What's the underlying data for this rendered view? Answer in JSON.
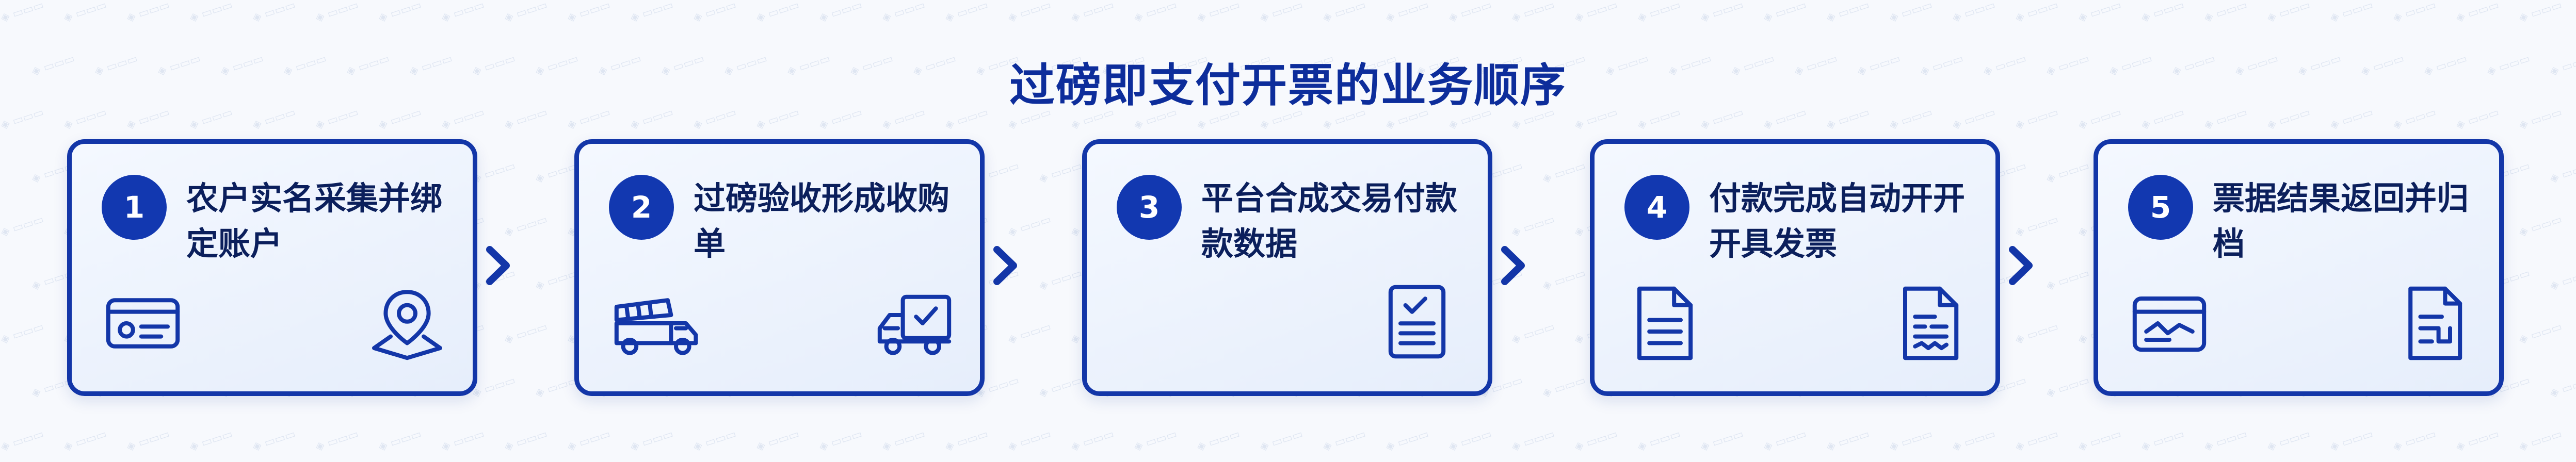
{
  "title": "过磅即支付开票的业务顺序",
  "steps": [
    {
      "number": "1",
      "label": "农户实名采集并绑定账户",
      "icons": [
        "id-card-icon",
        "location-pin-icon"
      ]
    },
    {
      "number": "2",
      "label": "过磅验收形成收购单",
      "icons": [
        "dump-truck-icon",
        "delivery-truck-check-icon"
      ]
    },
    {
      "number": "3",
      "label": "平台合成交易付款款数据",
      "icons": [
        "checklist-document-icon"
      ]
    },
    {
      "number": "4",
      "label": "付款完成自动开开开具发票",
      "icons": [
        "document-icon",
        "invoice-icon"
      ]
    },
    {
      "number": "5",
      "label": "票据结果返回并归档",
      "icons": [
        "receipt-card-icon",
        "archive-file-icon"
      ]
    }
  ],
  "colors": {
    "primary": "#1238b0",
    "title": "#0d2d9b",
    "text": "#0b1f5c",
    "card_bg": "#eaf0fb"
  }
}
